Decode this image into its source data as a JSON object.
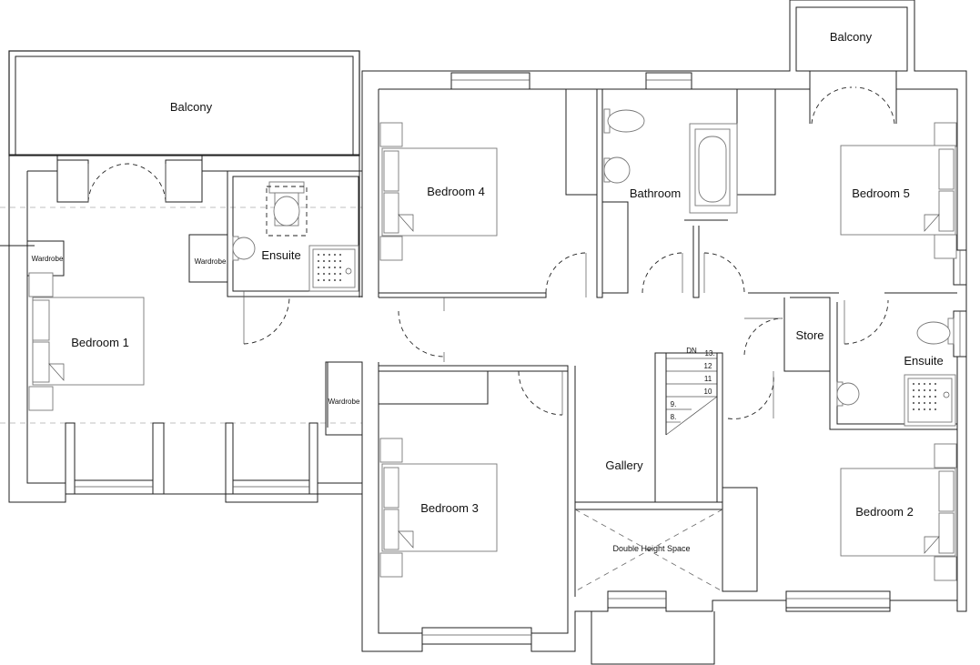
{
  "plan": {
    "rooms": [
      {
        "key": "balcony_left",
        "label": "Balcony"
      },
      {
        "key": "balcony_right",
        "label": "Balcony"
      },
      {
        "key": "bedroom_1",
        "label": "Bedroom 1"
      },
      {
        "key": "bedroom_2",
        "label": "Bedroom 2"
      },
      {
        "key": "bedroom_3",
        "label": "Bedroom 3"
      },
      {
        "key": "bedroom_4",
        "label": "Bedroom 4"
      },
      {
        "key": "bedroom_5",
        "label": "Bedroom 5"
      },
      {
        "key": "ensuite_left",
        "label": "Ensuite"
      },
      {
        "key": "ensuite_right",
        "label": "Ensuite"
      },
      {
        "key": "bathroom",
        "label": "Bathroom"
      },
      {
        "key": "store",
        "label": "Store"
      },
      {
        "key": "gallery",
        "label": "Gallery"
      },
      {
        "key": "double_height",
        "label": "Double Height Space"
      },
      {
        "key": "wardrobe_a",
        "label": "Wardrobe"
      },
      {
        "key": "wardrobe_b",
        "label": "Wardrobe"
      },
      {
        "key": "wardrobe_c",
        "label": "Wardrobe"
      }
    ],
    "stairs": {
      "direction_label": "DN",
      "step_numbers": [
        "13.",
        "12",
        "11",
        "10",
        "9.",
        "8."
      ]
    }
  }
}
